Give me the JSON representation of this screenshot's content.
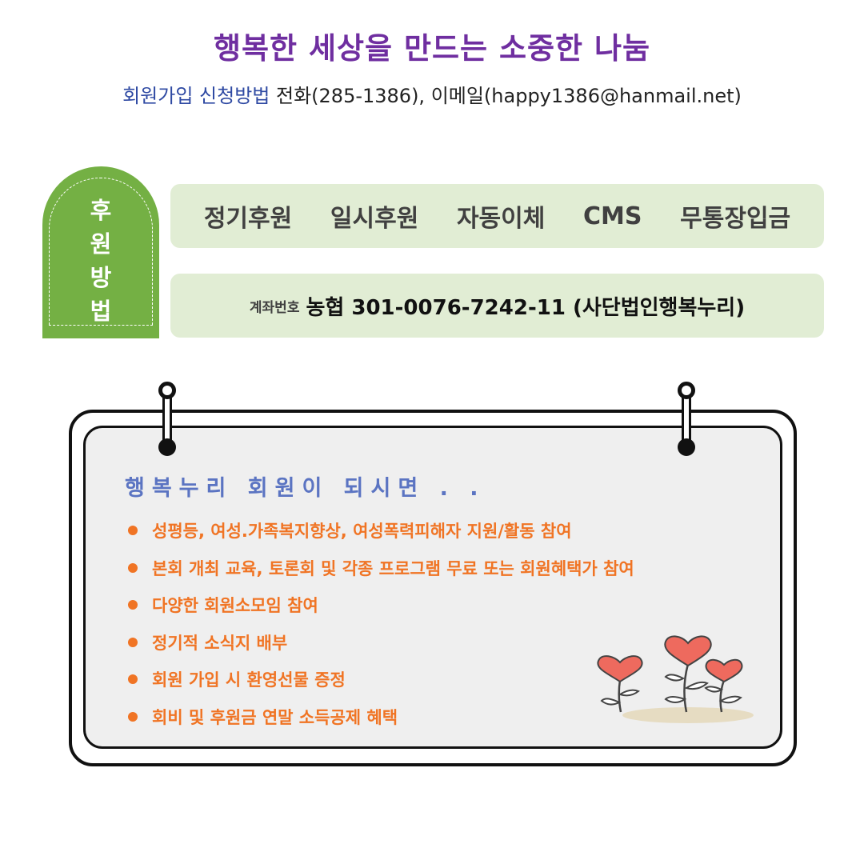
{
  "header": {
    "title": "행복한 세상을 만드는 소중한 나눔",
    "signup_label": "회원가입 신청방법",
    "signup_info": " 전화(285-1386), 이메일(happy1386@hanmail.net)"
  },
  "support": {
    "badge_chars": [
      "후",
      "원",
      "방",
      "법"
    ],
    "methods": [
      "정기후원",
      "일시후원",
      "자동이체",
      "CMS",
      "무통장입금"
    ],
    "account_label": "계좌번호",
    "account_value": "농협 301-0076-7242-11 (사단법인행복누리)"
  },
  "board": {
    "heading": "행복누리 회원이 되시면 . .",
    "benefits": [
      "성평등, 여성.가족복지향상, 여성폭력피해자 지원/활동 참여",
      "본회 개최 교육, 토론회 및 각종 프로그램 무료 또는 회원혜택가  참여",
      "다양한 회원소모임 참여",
      "정기적 소식지 배부",
      "회원 가입 시 환영선물 증정",
      "회비 및 후원금 연말 소득공제 혜택"
    ]
  },
  "colors": {
    "title": "#6f2ea0",
    "badge": "#74b044",
    "pill": "#e1edd4",
    "heading": "#5b74c2",
    "benefit": "#f07424",
    "heart": "#ee6a5e"
  }
}
